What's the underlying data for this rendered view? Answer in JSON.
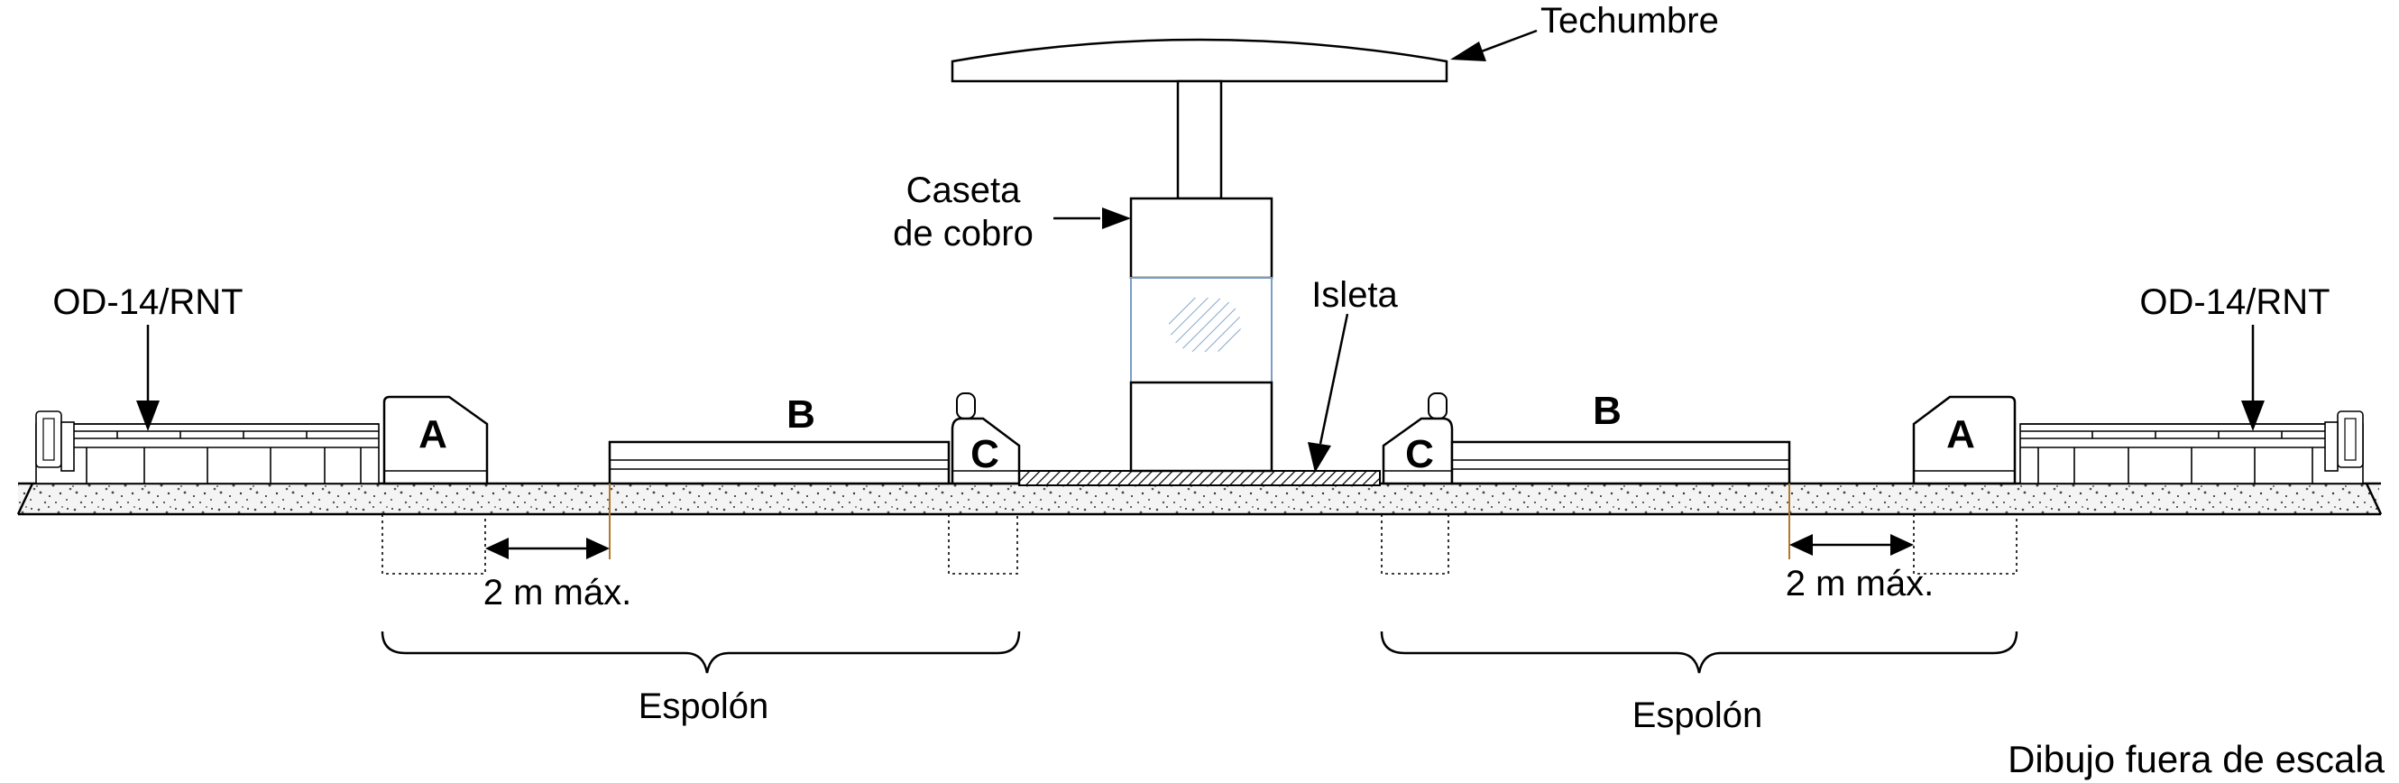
{
  "labels": {
    "techumbre": "Techumbre",
    "caseta_line1": "Caseta",
    "caseta_line2": "de cobro",
    "isleta": "Isleta",
    "device_left": "OD-14/RNT",
    "device_right": "OD-14/RNT",
    "block_a": "A",
    "block_b": "B",
    "block_c": "C",
    "distance": "2 m máx.",
    "espolon": "Espolón",
    "note": "Dibujo fuera de escala"
  },
  "colors": {
    "line": "#000000",
    "glass": "#7a9cc6",
    "ground_fill": "#f4f4f4"
  }
}
